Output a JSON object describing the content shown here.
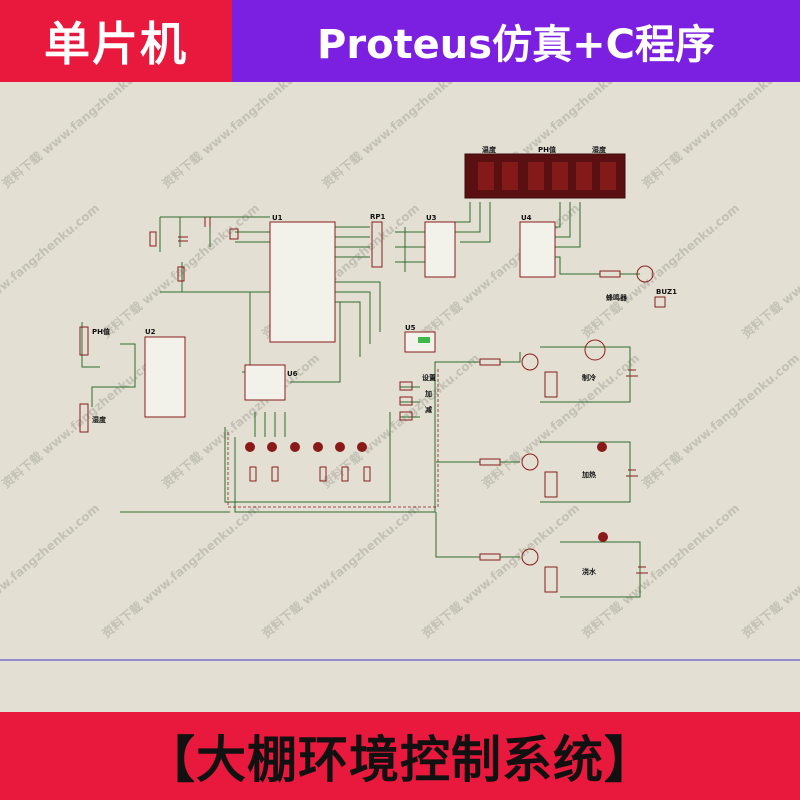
{
  "header": {
    "tag": "单片机",
    "tool": "Proteus仿真+C程序"
  },
  "footer": {
    "title": "【大棚环境控制系统】"
  },
  "watermark": {
    "cn": "资料下载",
    "url": "www.fangzhenku.com"
  },
  "schematic": {
    "u1": "U1",
    "u2": "U2",
    "u3": "U3",
    "u4": "U4",
    "u5": "U5",
    "u6": "U6",
    "rp1": "RP1",
    "display_labels": [
      "温度",
      "PH值",
      "湿度"
    ],
    "rv1_label": "PH值",
    "rv2_label": "湿度",
    "relay_labels": [
      "制冷",
      "加热",
      "浇水"
    ],
    "key_labels": [
      "设置",
      "加",
      "减"
    ],
    "buzzer_label": "蜂鸣器",
    "buzzer": "BUZ1"
  },
  "colors": {
    "header_tag": "#e8193c",
    "header_tool": "#7b1fe0",
    "canvas": "#e3e0d3",
    "component": "#8a1d1d",
    "wire": "#2d6b2d",
    "footer": "#e8193c"
  }
}
